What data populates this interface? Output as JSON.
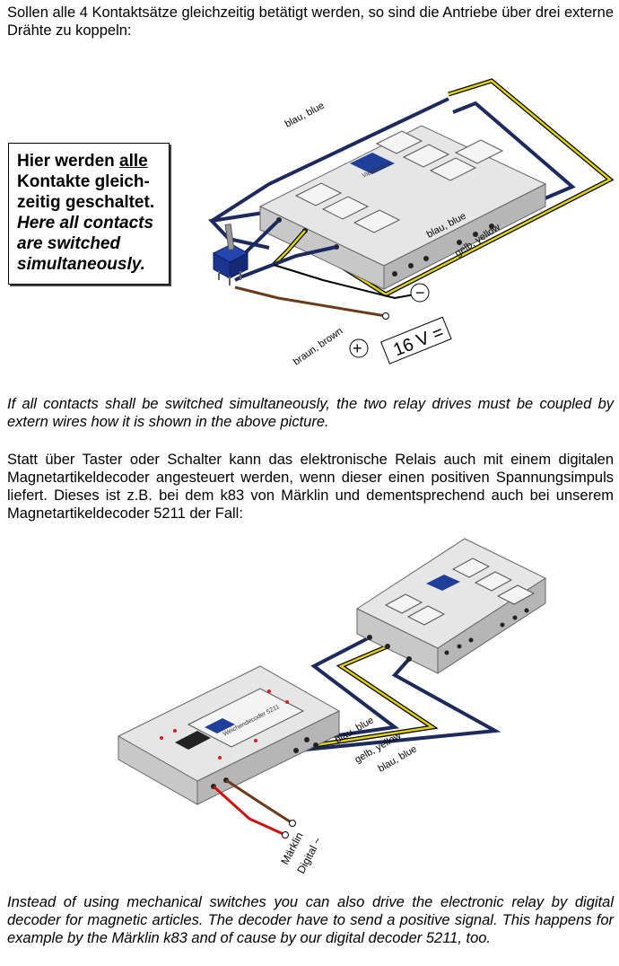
{
  "text": {
    "intro_de": "Sollen alle 4 Kontaktsätze gleichzeitig betätigt werden, so sind die Antriebe über drei externe Drähte zu koppeln:",
    "callout": {
      "de_line1_prefix": "Hier werden ",
      "de_line1_emph": "alle",
      "de_line2": "Kontakte gleich-",
      "de_line3": "zeitig geschaltet.",
      "en_line1": "Here all contacts",
      "en_line2": "are switched",
      "en_line3": "simultaneously."
    },
    "intro_en": "If all contacts shall be switched simultaneously, the two relay drives must be coupled by extern wires how it is shown in the above picture.",
    "decoder_de": "Statt über Taster oder Schalter kann das elektronische Relais auch mit einem digitalen Magnetartikeldecoder angesteuert werden, wenn dieser einen positiven Spannungsimpuls liefert. Dieses ist z.B. bei dem k83 von Märklin und dementsprechend auch bei unserem Magnetartikeldecoder 5211 der Fall:",
    "decoder_en": "Instead of using mechanical switches you can also drive the electronic relay by digital decoder for magnetic articles. The decoder have to send a positive signal. This happens for example by the Märklin k83 and of cause by our digital decoder 5211, too."
  },
  "diagram1": {
    "labels": {
      "wire_top": "blau, blue",
      "wire_mid": "blau, blue",
      "wire_yellow": "gelb, yellow",
      "wire_brown": "braun, brown",
      "minus": "−",
      "plus": "+",
      "voltage": "16 V ="
    }
  },
  "diagram2": {
    "labels": {
      "wire_blue1": "blau, blue",
      "wire_yellow": "gelb, yellow",
      "wire_blue2": "blau, blue",
      "marklin": "Märklin",
      "digital": "Digital ~",
      "decoder_label": "Weichendecoder 5211"
    }
  },
  "colors": {
    "blue_wire": "#1c2a5e",
    "yellow_wire": "#d8c800",
    "brown_wire": "#6b3a1a",
    "red_wire": "#d01010",
    "device_face": "#e6e6e6",
    "device_side": "#bdbdbd"
  }
}
